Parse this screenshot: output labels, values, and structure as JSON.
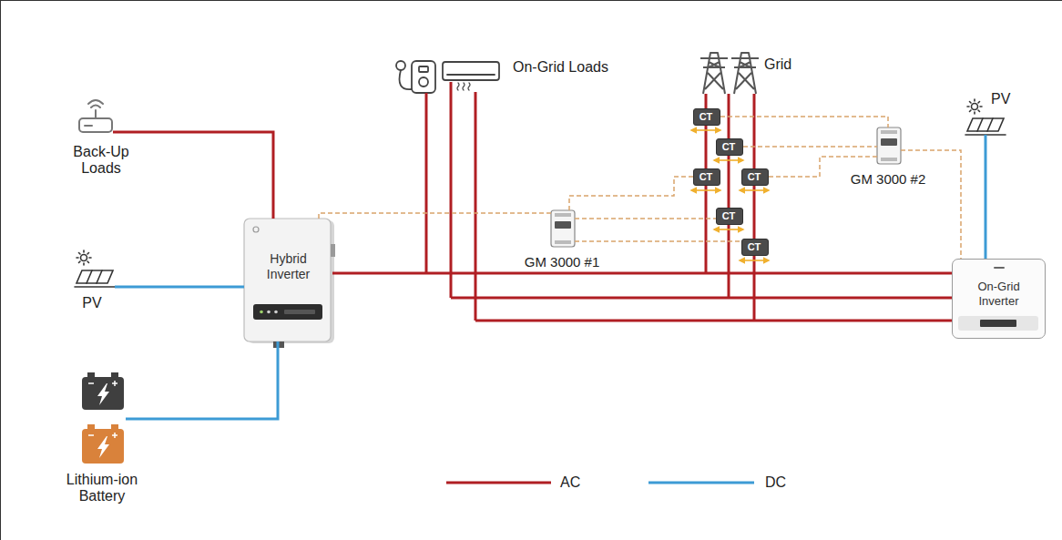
{
  "diagram": {
    "nodes": [
      {
        "text": [
          "Back-Up Loads"
        ]
      },
      {
        "text": [
          "PV"
        ]
      },
      {
        "text": [
          "Hybrid Inverter"
        ]
      },
      {
        "text": [
          "Lithium-ion Battery"
        ]
      },
      {
        "text": [
          "On-Grid Loads"
        ]
      },
      {
        "text": [
          "Grid"
        ]
      },
      {
        "text": [
          "CT"
        ]
      },
      {
        "text": [
          "CT"
        ]
      },
      {
        "text": [
          "CT"
        ]
      },
      {
        "text": [
          "CT"
        ]
      },
      {
        "text": [
          "CT"
        ]
      },
      {
        "text": [
          "CT"
        ]
      },
      {
        "text": [
          "GM 3000 #2"
        ]
      },
      {
        "text": [
          "GM 3000 #1"
        ]
      },
      {
        "text": [
          "PV"
        ]
      },
      {
        "text": [
          "On-Grid Inverter"
        ]
      }
    ],
    "edges": [
      {
        "from": 0,
        "to": 2,
        "arrow": "none"
      },
      {
        "from": 1,
        "to": 2,
        "arrow": "none"
      },
      {
        "from": 3,
        "to": 2,
        "arrow": "none"
      },
      {
        "from": 2,
        "to": 15,
        "arrow": "none"
      },
      {
        "from": 14,
        "to": 15,
        "arrow": "none"
      },
      {
        "from": 6,
        "to": 12,
        "arrow": "none"
      },
      {
        "from": 7,
        "to": 12,
        "arrow": "none"
      },
      {
        "from": 9,
        "to": 12,
        "arrow": "none"
      },
      {
        "from": 13,
        "to": 8,
        "arrow": "none"
      },
      {
        "from": 13,
        "to": 10,
        "arrow": "none"
      },
      {
        "from": 13,
        "to": 11,
        "arrow": "none"
      },
      {
        "from": 13,
        "to": 2,
        "arrow": "none"
      },
      {
        "from": 12,
        "to": 15,
        "arrow": "none"
      }
    ],
    "legend": [
      {
        "text": "AC"
      },
      {
        "text": "DC"
      }
    ]
  }
}
